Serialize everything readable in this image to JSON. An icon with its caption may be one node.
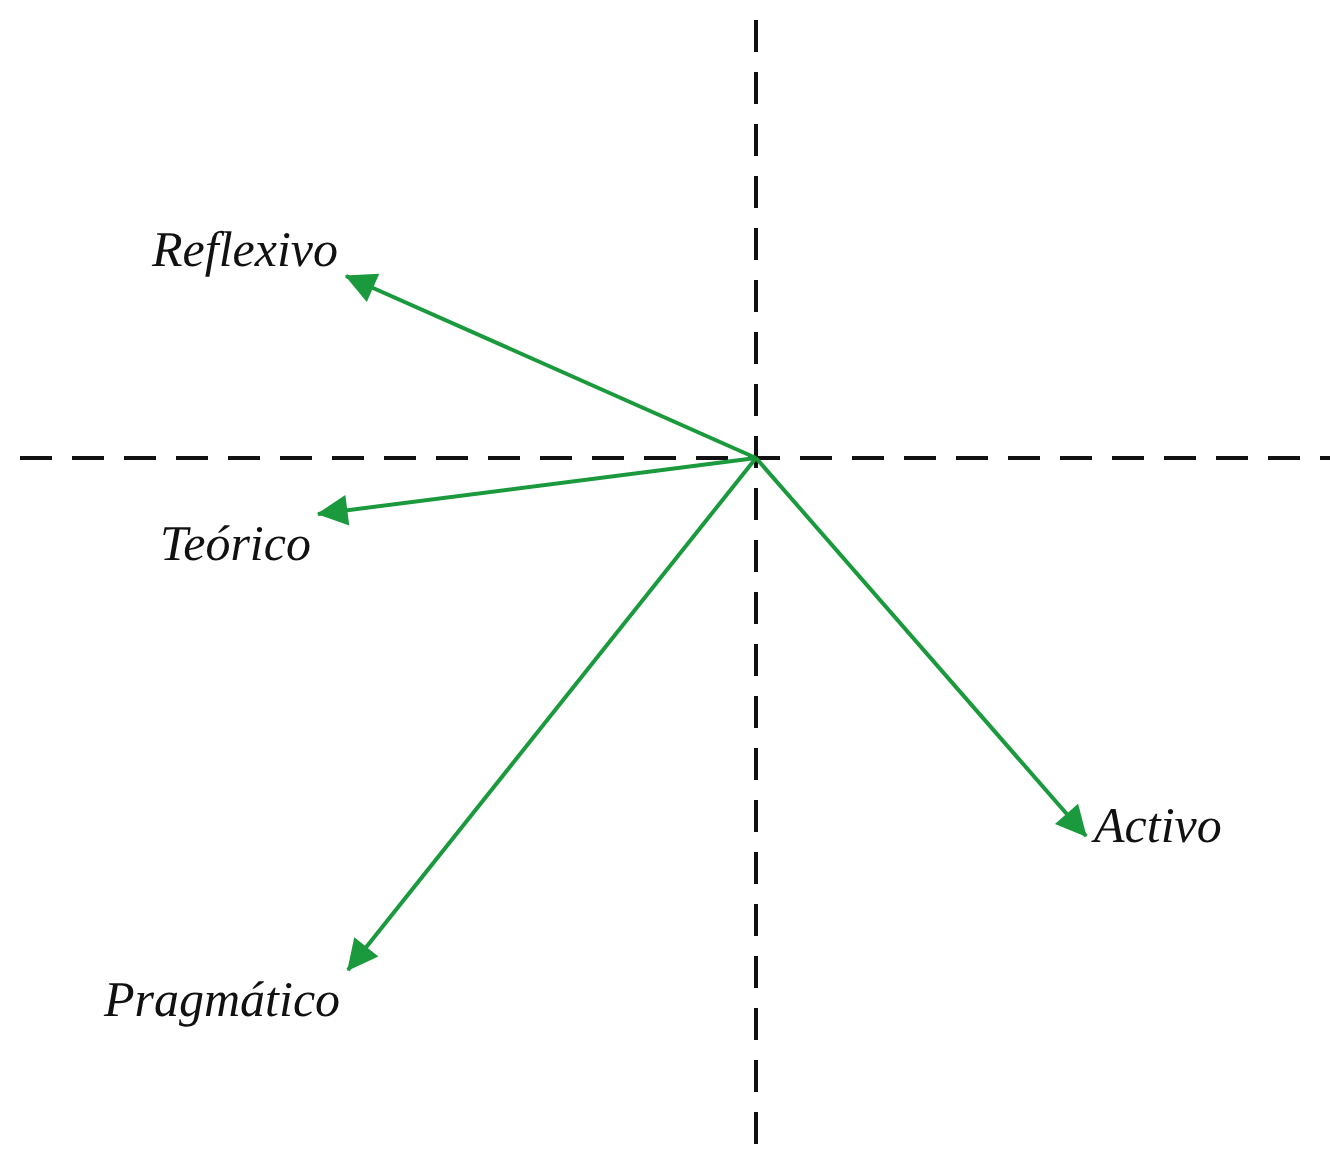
{
  "diagram": {
    "nodes": [
      {
        "text": [
          "Reflexivo"
        ]
      },
      {
        "text": [
          "Teórico"
        ]
      },
      {
        "text": [
          "Activo"
        ]
      },
      {
        "text": [
          "Pragmático"
        ]
      }
    ],
    "edges": [
      {
        "from": null,
        "to": 0,
        "arrow": "to"
      },
      {
        "from": null,
        "to": 1,
        "arrow": "to"
      },
      {
        "from": null,
        "to": 2,
        "arrow": "to"
      },
      {
        "from": null,
        "to": 3,
        "arrow": "to"
      }
    ]
  }
}
